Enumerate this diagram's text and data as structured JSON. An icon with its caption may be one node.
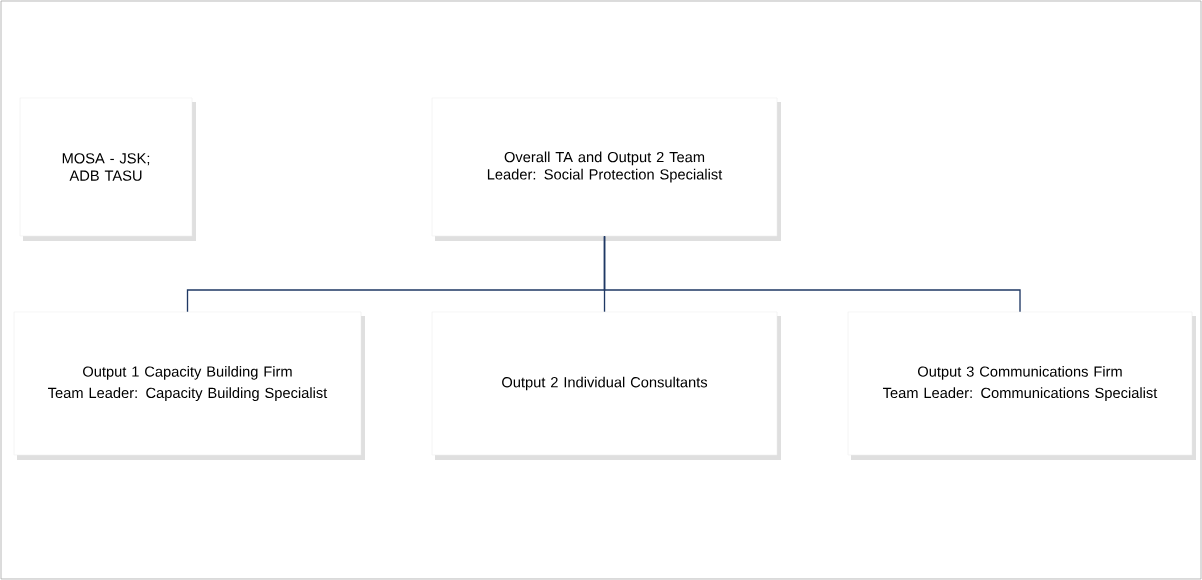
{
  "diagram": {
    "nodes": [
      {
        "text": [
          "MOSA - JSK; ADB TASU"
        ]
      },
      {
        "text": [
          "Overall TA and Output 2 Team Leader: Social Protection Specialist"
        ]
      },
      {
        "text": [
          "Output 1 Capacity Building Firm",
          "Team Leader: Capacity Building Specialist"
        ]
      },
      {
        "text": [
          "Output 2 Individual Consultants"
        ]
      },
      {
        "text": [
          "Output 3 Communications Firm",
          "Team Leader: Communications Specialist"
        ]
      }
    ],
    "edges": [
      {
        "from": 1,
        "to": 2,
        "arrow": "none"
      },
      {
        "from": 1,
        "to": 3,
        "arrow": "none"
      },
      {
        "from": 1,
        "to": 4,
        "arrow": "none"
      }
    ]
  }
}
